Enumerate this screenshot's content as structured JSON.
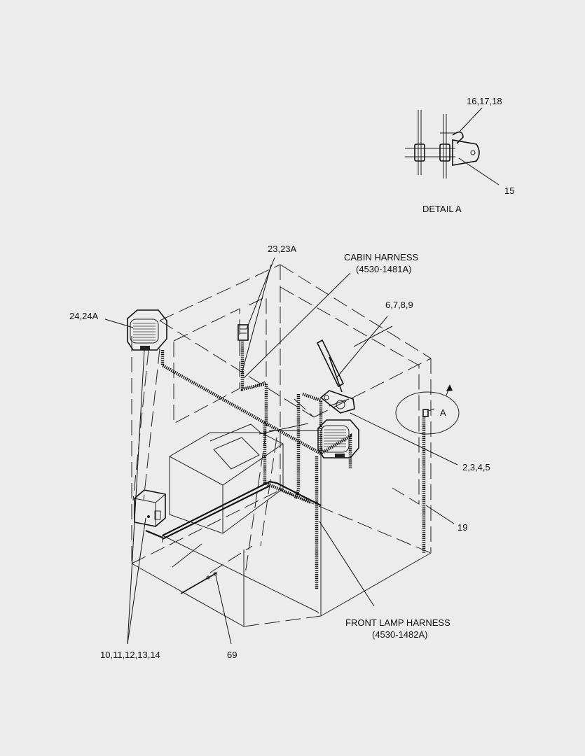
{
  "detail": {
    "title": "DETAIL  A",
    "callout_top": "16,17,18",
    "callout_bottom": "15"
  },
  "callouts": {
    "lamp_rear": "24,24A",
    "switch": "23,23A",
    "cabin_harness_title": "CABIN HARNESS",
    "cabin_harness_code": "(4530-1481A)",
    "wiper": "6,7,8,9",
    "detail_marker": "A",
    "lamp_front": "2,3,4,5",
    "wire_19": "19",
    "front_lamp_harness_title": "FRONT LAMP HARNESS",
    "front_lamp_harness_code": "(4530-1482A)",
    "washer": "10,11,12,13,14",
    "ground": "69"
  }
}
